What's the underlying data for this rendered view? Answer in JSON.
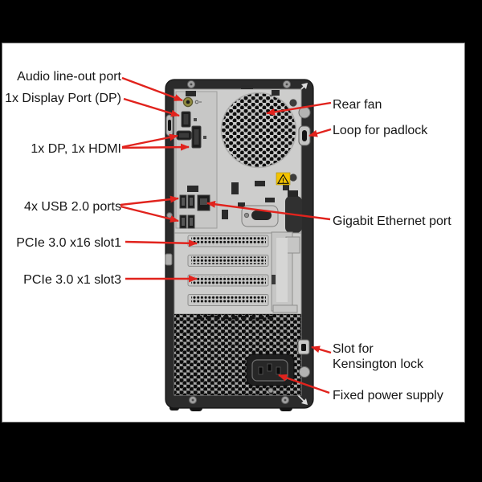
{
  "figure": {
    "type": "diagram",
    "subject": "Desktop tower computer rear view with port callouts",
    "callouts_left": [
      {
        "id": "audio-line-out",
        "label": "Audio line-out port"
      },
      {
        "id": "display-port",
        "label": "1x Display Port (DP)"
      },
      {
        "id": "dp-hdmi",
        "label": "1x DP, 1x HDMI"
      },
      {
        "id": "usb-2-0",
        "label": "4x USB 2.0 ports"
      },
      {
        "id": "pcie-x16-slot1",
        "label": "PCIe 3.0 x16 slot1"
      },
      {
        "id": "pcie-x1-slot3",
        "label": "PCIe 3.0 x1 slot3"
      }
    ],
    "callouts_right": [
      {
        "id": "rear-fan",
        "label": "Rear fan"
      },
      {
        "id": "padlock-loop",
        "label": "Loop for padlock"
      },
      {
        "id": "gigabit-ethernet",
        "label": "Gigabit Ethernet port"
      },
      {
        "id": "kensington-lock",
        "label": "Slot for\nKensington lock"
      },
      {
        "id": "fixed-power-supply",
        "label": "Fixed power supply"
      }
    ],
    "warning_icon_glyph": "!",
    "colors": {
      "arrow_red": "#e1231d",
      "canvas_black": "#000000",
      "page_white": "#ffffff",
      "chassis_dark": "#2b2b2b",
      "panel_gray": "#cdcdcc",
      "warning_yellow": "#f3c300",
      "audio_jack_olive": "#8f8a3e"
    }
  }
}
